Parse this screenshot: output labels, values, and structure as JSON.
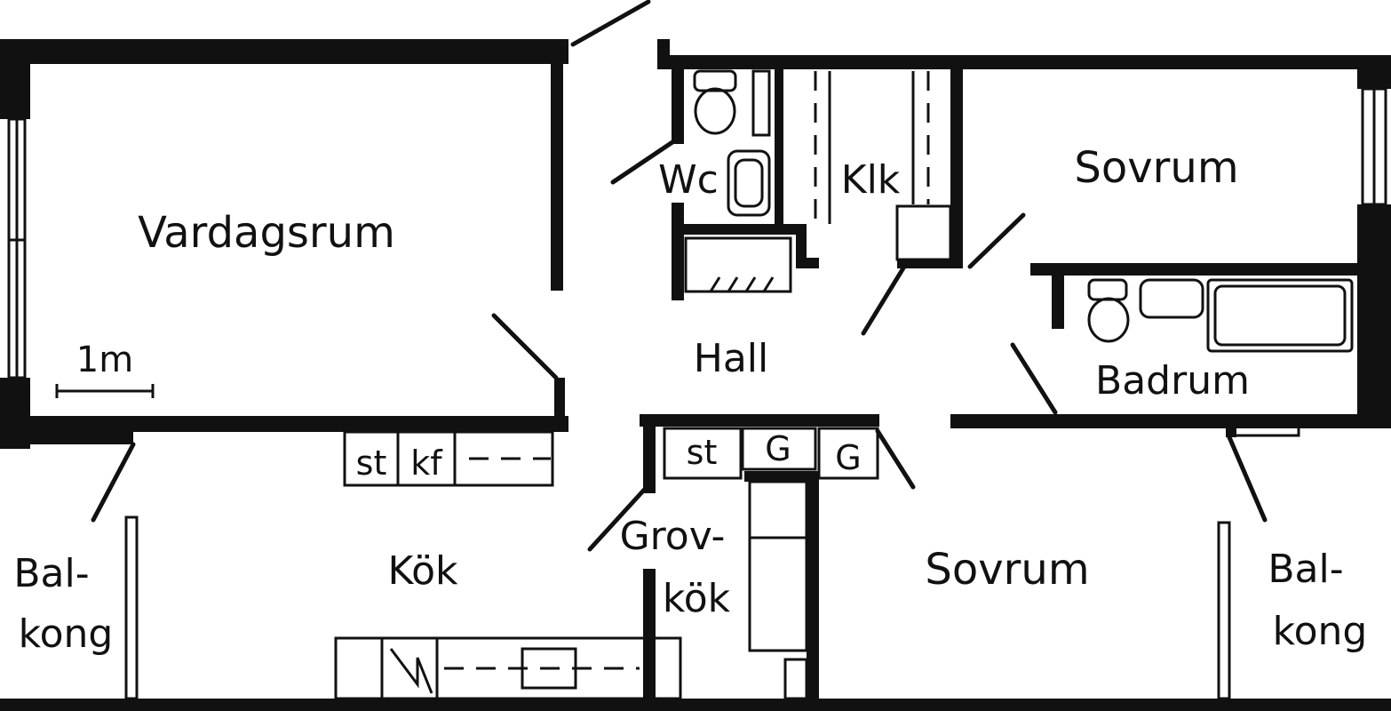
{
  "rooms": {
    "vardagsrum": "Vardagsrum",
    "wc": "Wc",
    "klk": "Klk",
    "sovrum_top": "Sovrum",
    "hall": "Hall",
    "badrum": "Badrum",
    "kok": "Kök",
    "grovkok_line1": "Grov-",
    "grovkok_line2": "kök",
    "sovrum_bottom": "Sovrum",
    "balkong_left_line1": "Bal-",
    "balkong_left_line2": "kong",
    "balkong_right_line1": "Bal-",
    "balkong_right_line2": "kong"
  },
  "fixtures": {
    "st_kitchen": "st",
    "kf_kitchen": "kf",
    "st_grovkok": "st",
    "g1": "G",
    "g2": "G"
  },
  "scale": {
    "label": "1m"
  },
  "colors": {
    "wall": "#111111",
    "background": "#ffffff"
  }
}
